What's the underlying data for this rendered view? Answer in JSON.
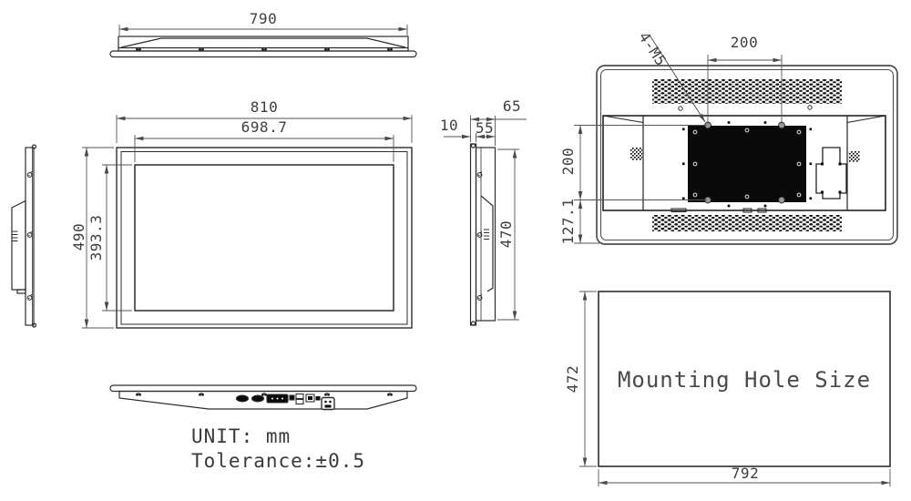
{
  "top_view": {
    "width": "790"
  },
  "front_view": {
    "outer_width": "810",
    "display_width": "698.7",
    "outer_height": "490",
    "display_height": "393.3"
  },
  "side_view": {
    "bezel_depth": "10",
    "body_depth": "55",
    "total_depth": "65",
    "height": "470"
  },
  "rear_view": {
    "vesa_label": "4-M5",
    "vesa_horizontal": "200",
    "vesa_vertical": "200",
    "bottom_offset": "127.1"
  },
  "mounting": {
    "title": "Mounting Hole Size",
    "width": "792",
    "height": "472"
  },
  "notes": {
    "unit": "UNIT: mm",
    "tolerance": "Tolerance:±0.5"
  },
  "colors": {
    "object_line": "#2d2d2d",
    "dim_line": "#555555",
    "text": "#3f3f3f",
    "solid_fill": "#0a0a0a",
    "frame": "#4f4f4f"
  }
}
